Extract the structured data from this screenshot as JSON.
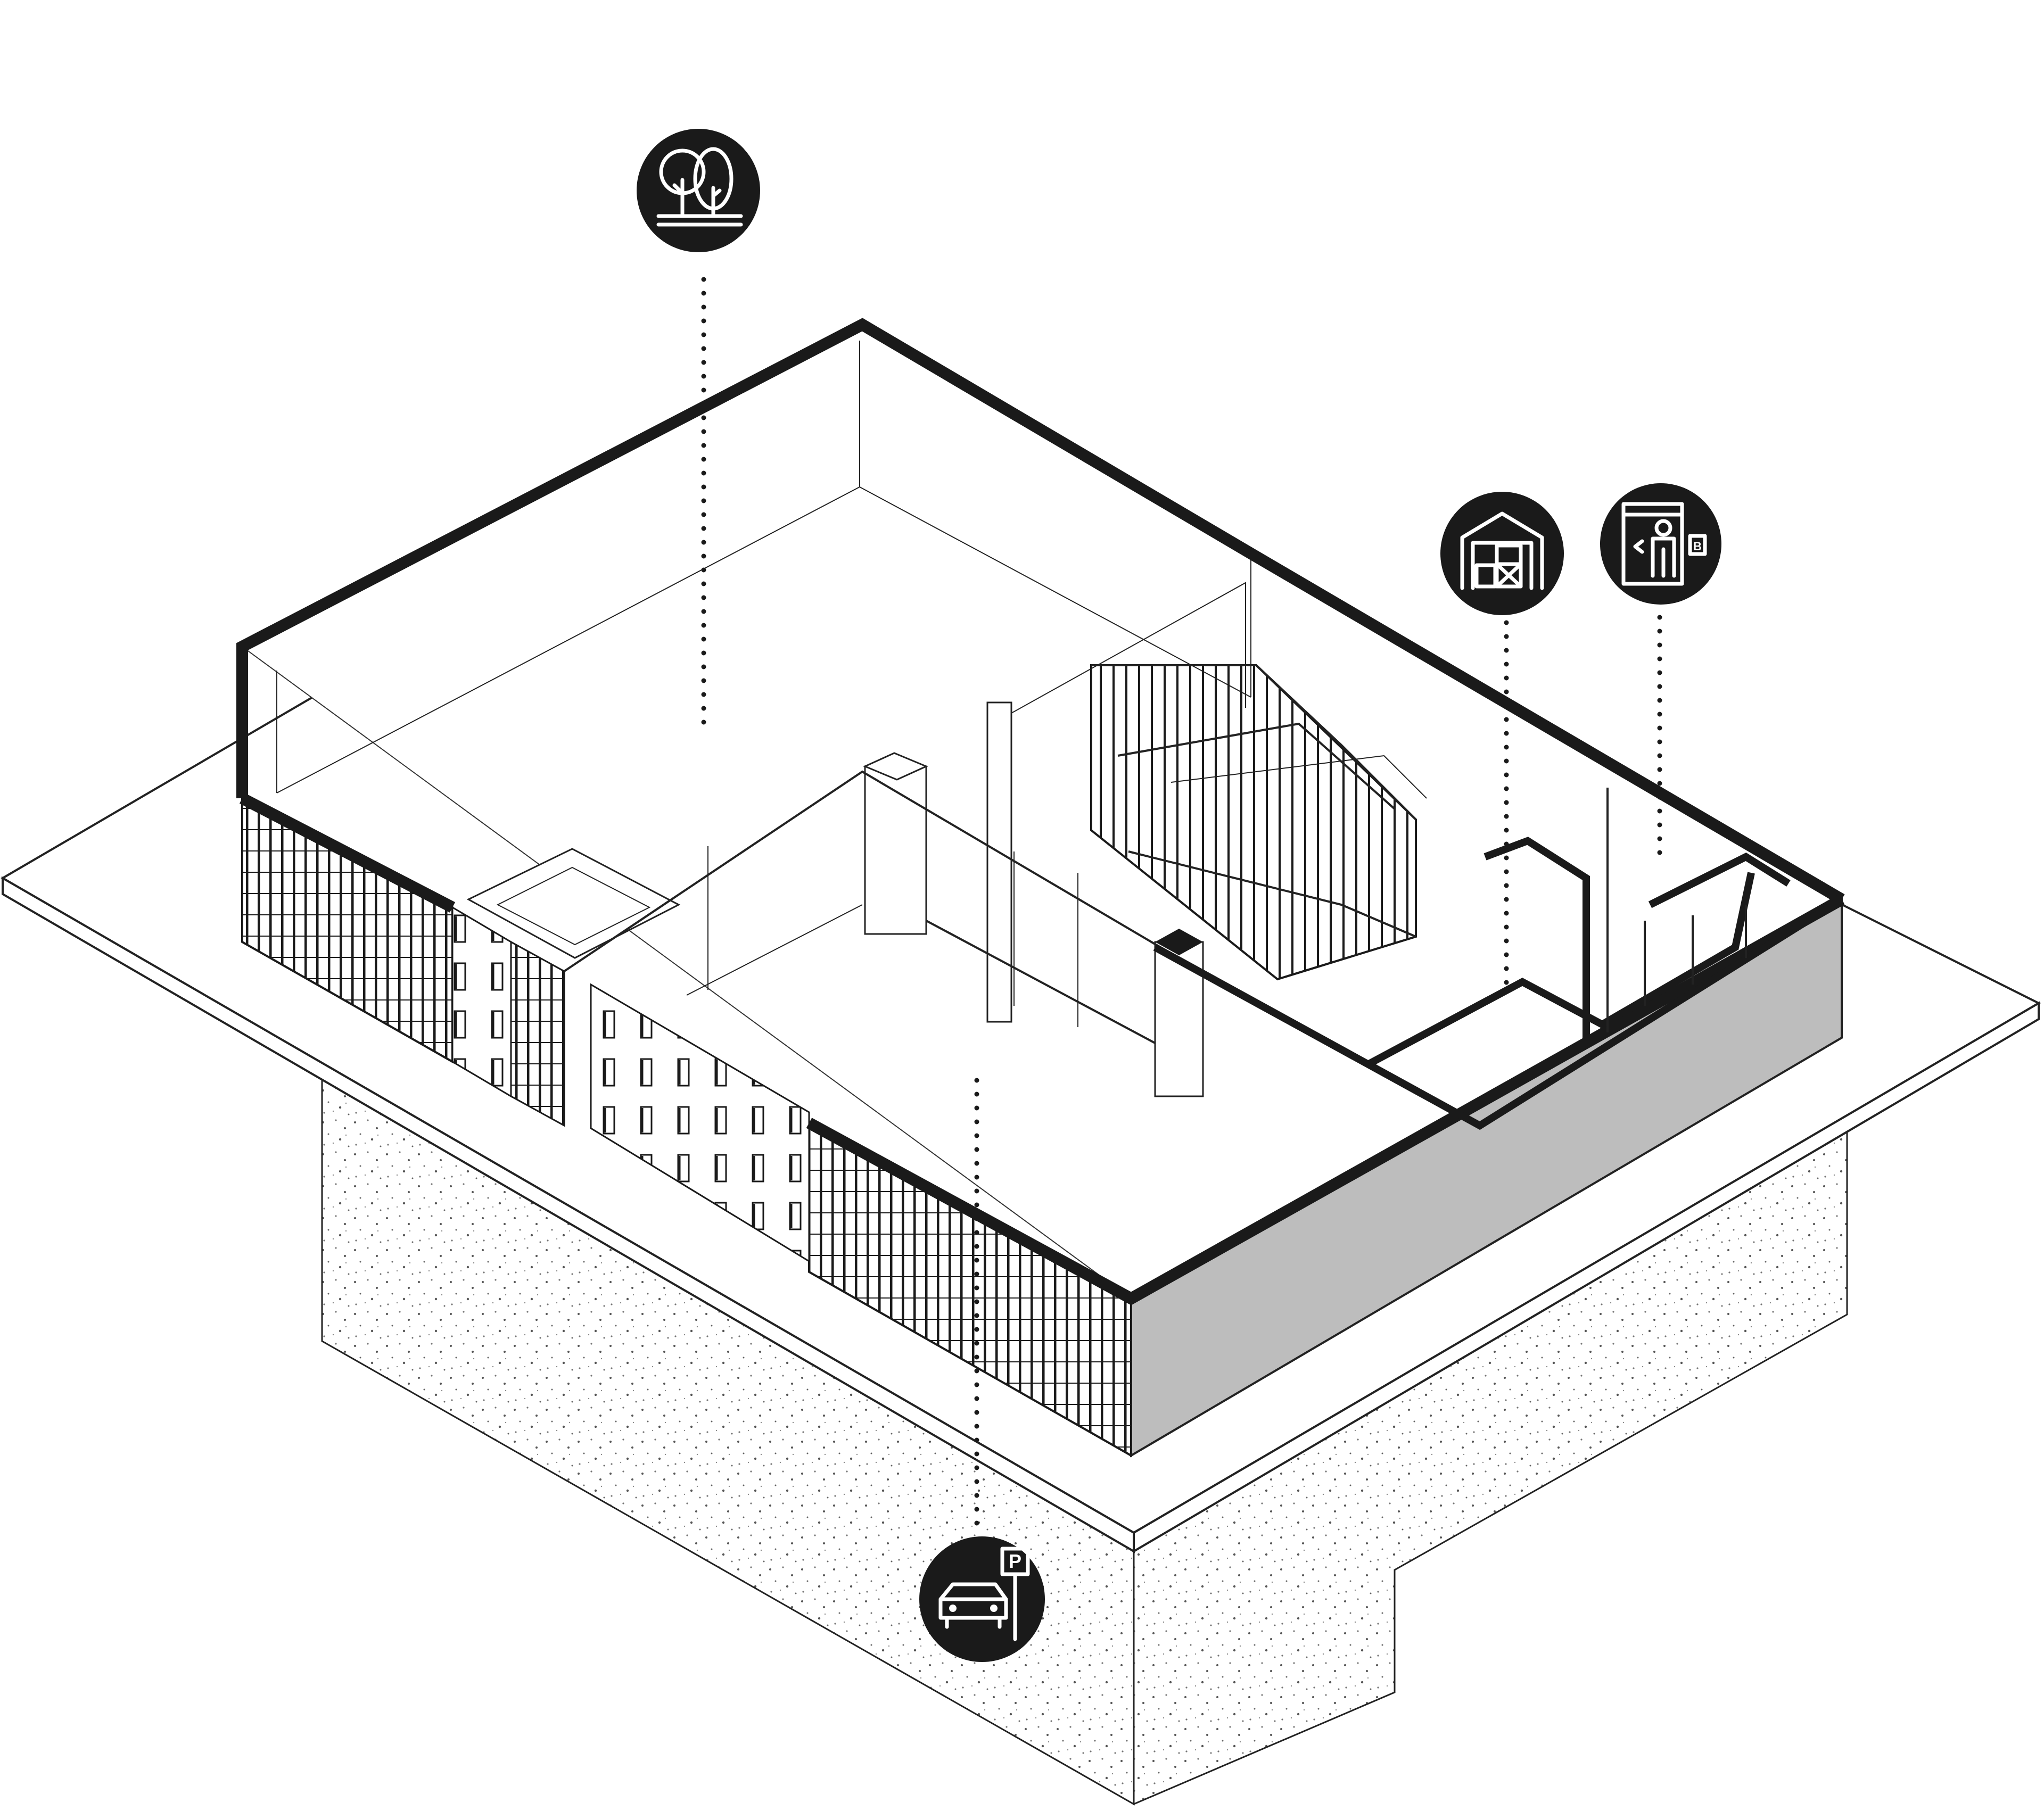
{
  "diagram": {
    "type": "axonometric-floor-plan",
    "colors": {
      "ink": "#1a1a1a",
      "paper": "#ffffff",
      "slab_side": "#bdbdbd"
    },
    "callouts": [
      {
        "id": "garden",
        "icon": "garden-trees-icon"
      },
      {
        "id": "storage",
        "icon": "warehouse-storage-icon"
      },
      {
        "id": "elevator",
        "icon": "elevator-icon",
        "text": "B"
      },
      {
        "id": "parking",
        "icon": "car-parking-icon",
        "text": "P"
      }
    ]
  }
}
